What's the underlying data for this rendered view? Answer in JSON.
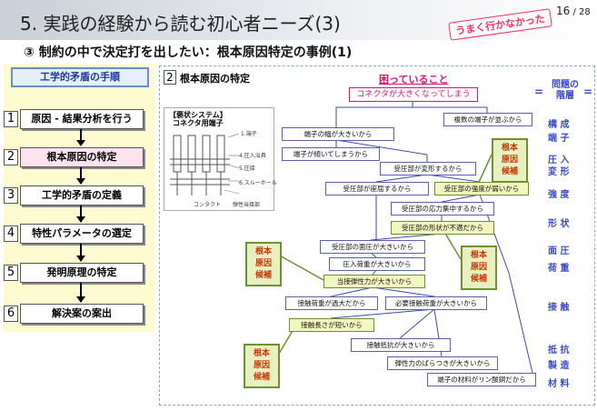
{
  "header": {
    "title": "5. 実践の経験から読む初心者ニーズ(3)",
    "page_number": "16",
    "page_total": "/ 28",
    "banner": "うまく行かなかった"
  },
  "subtitle": "③ 制約の中で決定打を出したい：根本原因特定の事例(1)",
  "left_panel": {
    "heading": "工学的矛盾の手順",
    "steps": [
      {
        "num": "1",
        "label": "原因 - 結果分析を行う"
      },
      {
        "num": "2",
        "label": "根本原因の特定"
      },
      {
        "num": "3",
        "label": "工学的矛盾の定義"
      },
      {
        "num": "4",
        "label": "特性パラメータの選定"
      },
      {
        "num": "5",
        "label": "発明原理の特定"
      },
      {
        "num": "6",
        "label": "解決案の案出"
      }
    ]
  },
  "right_panel": {
    "num": "2",
    "title": "根本原因の特定",
    "image_caption": [
      "【褒状システム】",
      "コネクタ用端子"
    ],
    "image_labels": [
      "1.端子",
      "4.圧入治具",
      "5.圧接",
      "6.スルーホール",
      "コンタクト",
      "弾性当接部"
    ],
    "problem_heading": "困っていること",
    "top_problem": "コネクタが大きくなってしまう",
    "nodes": [
      "複数の端子が並ぶから",
      "端子の幅が大きいから",
      "端子が傾いてしまうから",
      "受圧部が変形するから",
      "受圧部が座屈するから",
      "受圧部の強度が弱いから",
      "受圧部の応力集中するから",
      "受圧部の形状が不適だから",
      "受圧部の面圧が大きいから",
      "圧入荷重が大きいから",
      "当接弾性力が大きいから",
      "接触荷重が過大だから",
      "必要接触荷重が大きいから",
      "接触長さが短いから",
      "接触抵抗が大きいから",
      "弾性力のばらつきが大きいから",
      "端子の材料がリン酸銅だから"
    ],
    "candidate_label": "根本原因候補",
    "levels_heading": "問題の階層",
    "levels": [
      "構成",
      "端子",
      "圧入",
      "変形",
      "強度",
      "形状",
      "面圧",
      "荷重",
      "接触",
      "抵抗",
      "製造",
      "材料"
    ]
  }
}
